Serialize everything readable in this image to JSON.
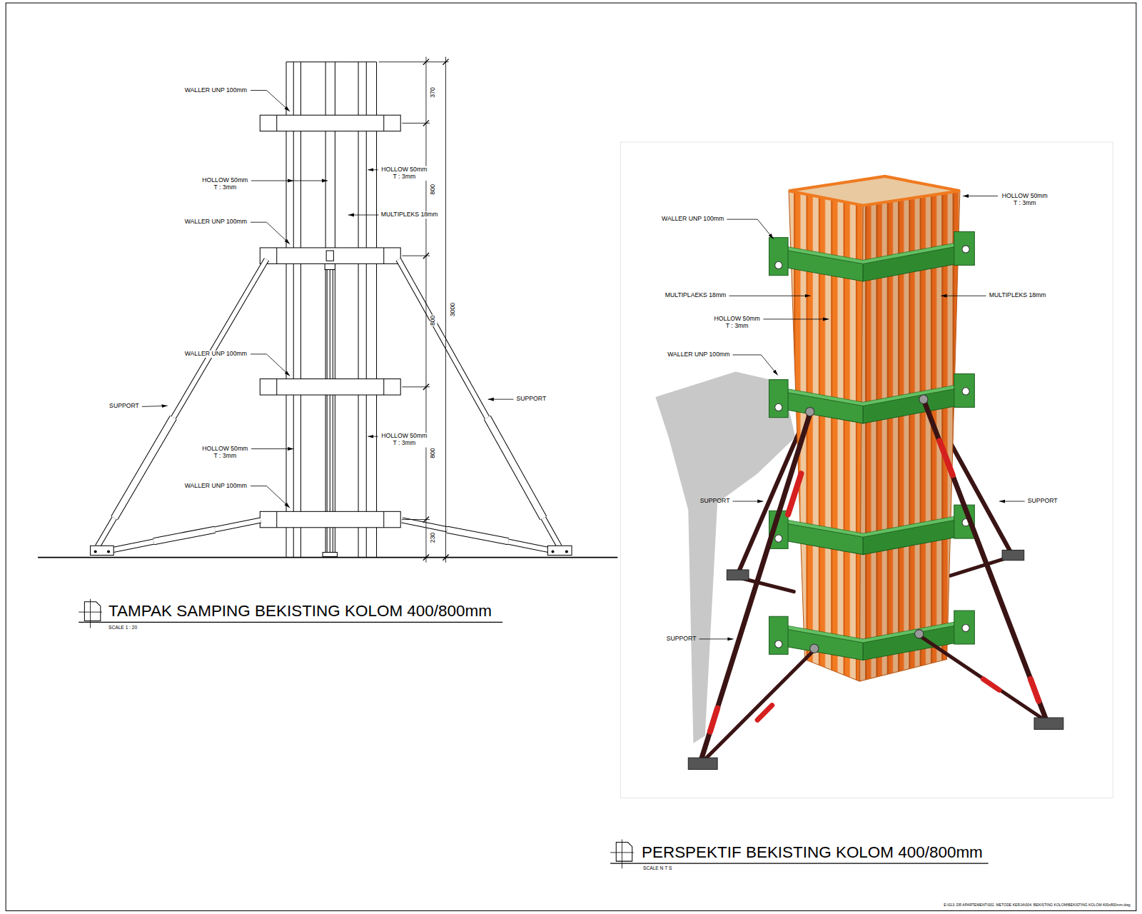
{
  "diagram": {
    "labels": [
      "WALLER UNP 100mm",
      "370",
      "HOLLOW 50mm T : 3mm",
      "HOLLOW 50mm T : 3mm",
      "800",
      "WALLER UNP 100mm",
      "MULTIPLEKS 18mm",
      "800",
      "3000",
      "WALLER UNP 100mm",
      "SUPPORT",
      "SUPPORT",
      "HOLLOW 50mm T : 3mm",
      "HOLLOW 50mm T : 3mm",
      "800",
      "WALLER UNP 100mm",
      "230",
      "TAMPAK SAMPING BEKISTING KOLOM 400/800mm",
      "SCALE 1 : 20",
      "HOLLOW 50mm T : 3mm",
      "WALLER UNP 100mm",
      "MULTIPLAEKS 18mm",
      "MULTIPLEKS 18mm",
      "HOLLOW 50mm T : 3mm",
      "WALLER UNP 100mm",
      "SUPPORT",
      "SUPPORT",
      "SUPPORT",
      "PERSPEKTIF BEKISTING KOLOM 400/800mm",
      "SCALE N T S",
      "E:\\013. DR APARTEMENT\\002. METODE KERJA\\004. BEKISTING KOLOM\\BEKISTING KOLOM 400x800mm.dwg"
    ]
  }
}
